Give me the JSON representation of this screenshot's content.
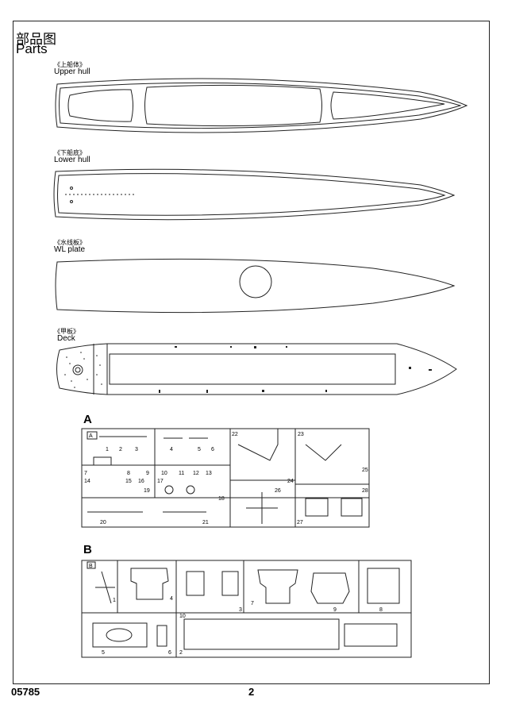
{
  "header": {
    "title_cn": "部品图",
    "title_en": "Parts"
  },
  "parts": {
    "upper_hull": {
      "cn": "《上船体》",
      "en": "Upper hull"
    },
    "lower_hull": {
      "cn": "《下船底》",
      "en": "Lower hull"
    },
    "wl_plate": {
      "cn": "《水线板》",
      "en": "WL plate"
    },
    "deck": {
      "cn": "《甲板》",
      "en": "Deck"
    }
  },
  "sprues": {
    "a": {
      "letter": "A",
      "tag": "A",
      "part_numbers": [
        "1",
        "2",
        "3",
        "4",
        "5",
        "6",
        "7",
        "8",
        "9",
        "10",
        "11",
        "12",
        "13",
        "14",
        "15",
        "16",
        "17",
        "18",
        "19",
        "20",
        "21",
        "22",
        "23",
        "24",
        "25",
        "26",
        "27",
        "28"
      ]
    },
    "b": {
      "letter": "B",
      "tag": "B",
      "part_numbers": [
        "1",
        "2",
        "3",
        "4",
        "5",
        "6",
        "7",
        "8",
        "9",
        "10"
      ]
    }
  },
  "footer": {
    "code": "05785",
    "page": "2"
  }
}
